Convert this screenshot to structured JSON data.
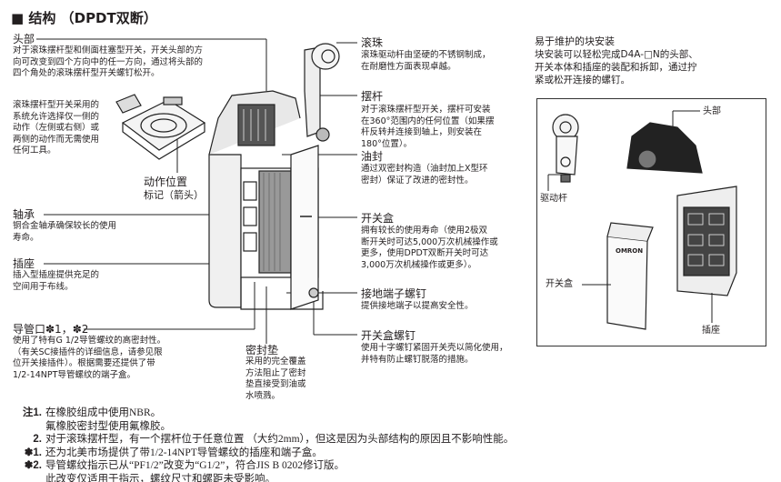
{
  "title": "■ 结构 （DPDT双断）",
  "left": {
    "head": {
      "label": "头部",
      "desc": "对于滚珠摆杆型和侧面柱塞型开关，开关头部的方\n向可改变到四个方向中的任一方向，通过将头部的\n四个角处的滚珠摆杆型开关螺钉松开。"
    },
    "roller_note": "滚珠摆杆型开关采用的\n系统允许选择仅一侧的\n动作（左侧或右侧）或\n两侧的动作而无需使用\n任何工具。",
    "position_mark": {
      "line1": "动作位置",
      "line2": "标记（箭头）"
    },
    "bearing": {
      "label": "轴承",
      "desc": "铜合金轴承确保较长的使用\n寿命。"
    },
    "socket": {
      "label": "插座",
      "desc": "插入型插座提供充足的\n空间用于布线。"
    },
    "conduit": {
      "label": "导管口✽1，✽2",
      "desc": "使用了特有G 1/2导管螺纹的高密封性。\n（有关SC接插件的详细信息，请参见限\n位开关接插件）。根据需要还提供了带\n1/2-14NPT导管螺纹的端子盒。"
    },
    "gasket": {
      "label": "密封垫",
      "desc": "采用的完全覆盖\n方法阻止了密封\n垫直接受到油或\n水喷溅。"
    }
  },
  "right": {
    "roller": {
      "label": "滚珠",
      "desc": "滚珠驱动杆由坚硬的不锈钢制成，\n在耐磨性方面表现卓越。"
    },
    "lever": {
      "label": "摆杆",
      "desc": "对于滚珠摆杆型开关，摆杆可安装\n在360°范围内的任何位置（如果摆\n杆反转并连接到轴上，则安装在\n180°位置）。"
    },
    "oil_seal": {
      "label": "油封",
      "desc": "通过双密封构造（油封加上X型环\n密封）保证了改进的密封性。"
    },
    "switch_box": {
      "label": "开关盒",
      "desc": "拥有较长的使用寿命（使用2极双\n断开关时可达5,000万次机械操作或\n更多，使用DPDT双断开关时可达\n3,000万次机械操作或更多）。"
    },
    "ground_screw": {
      "label": "接地端子螺钉",
      "desc": "提供接地端子以提高安全性。"
    },
    "box_screw": {
      "label": "开关盒螺钉",
      "desc": "使用十字螺钉紧固开关壳以简化使用，\n并特有防止螺钉脱落的措施。"
    }
  },
  "maintenance": {
    "title": "易于维护的块安装",
    "desc": "块安装可以轻松完成D4A-□N的头部、\n开关本体和插座的装配和拆卸，通过拧\n紧或松开连接的螺钉。",
    "labels": {
      "head": "头部",
      "actuator": "驱动杆",
      "switch_box": "开关盒",
      "socket": "插座"
    },
    "brand": "OMRON"
  },
  "notes": [
    {
      "key": "注1.",
      "text": "在橡胶组成中使用NBR。"
    },
    {
      "key": "",
      "text": "氟橡胶密封型使用氟橡胶。"
    },
    {
      "key": "2.",
      "text": "对于滚珠摆杆型，有一个摆杆位于任意位置 （大约2mm），但这是因为头部结构的原因且不影响性能。"
    },
    {
      "key": "✽1.",
      "text": "还为北美市场提供了带1/2-14NPT导管螺纹的插座和端子盒。"
    },
    {
      "key": "✽2.",
      "text": "导管螺纹指示已从“PF1/2”改变为“G1/2”，符合JIS B 0202修订版。"
    },
    {
      "key": "",
      "text": "此改变仅适用于指示，螺纹尺寸和螺距未受影响。"
    }
  ]
}
